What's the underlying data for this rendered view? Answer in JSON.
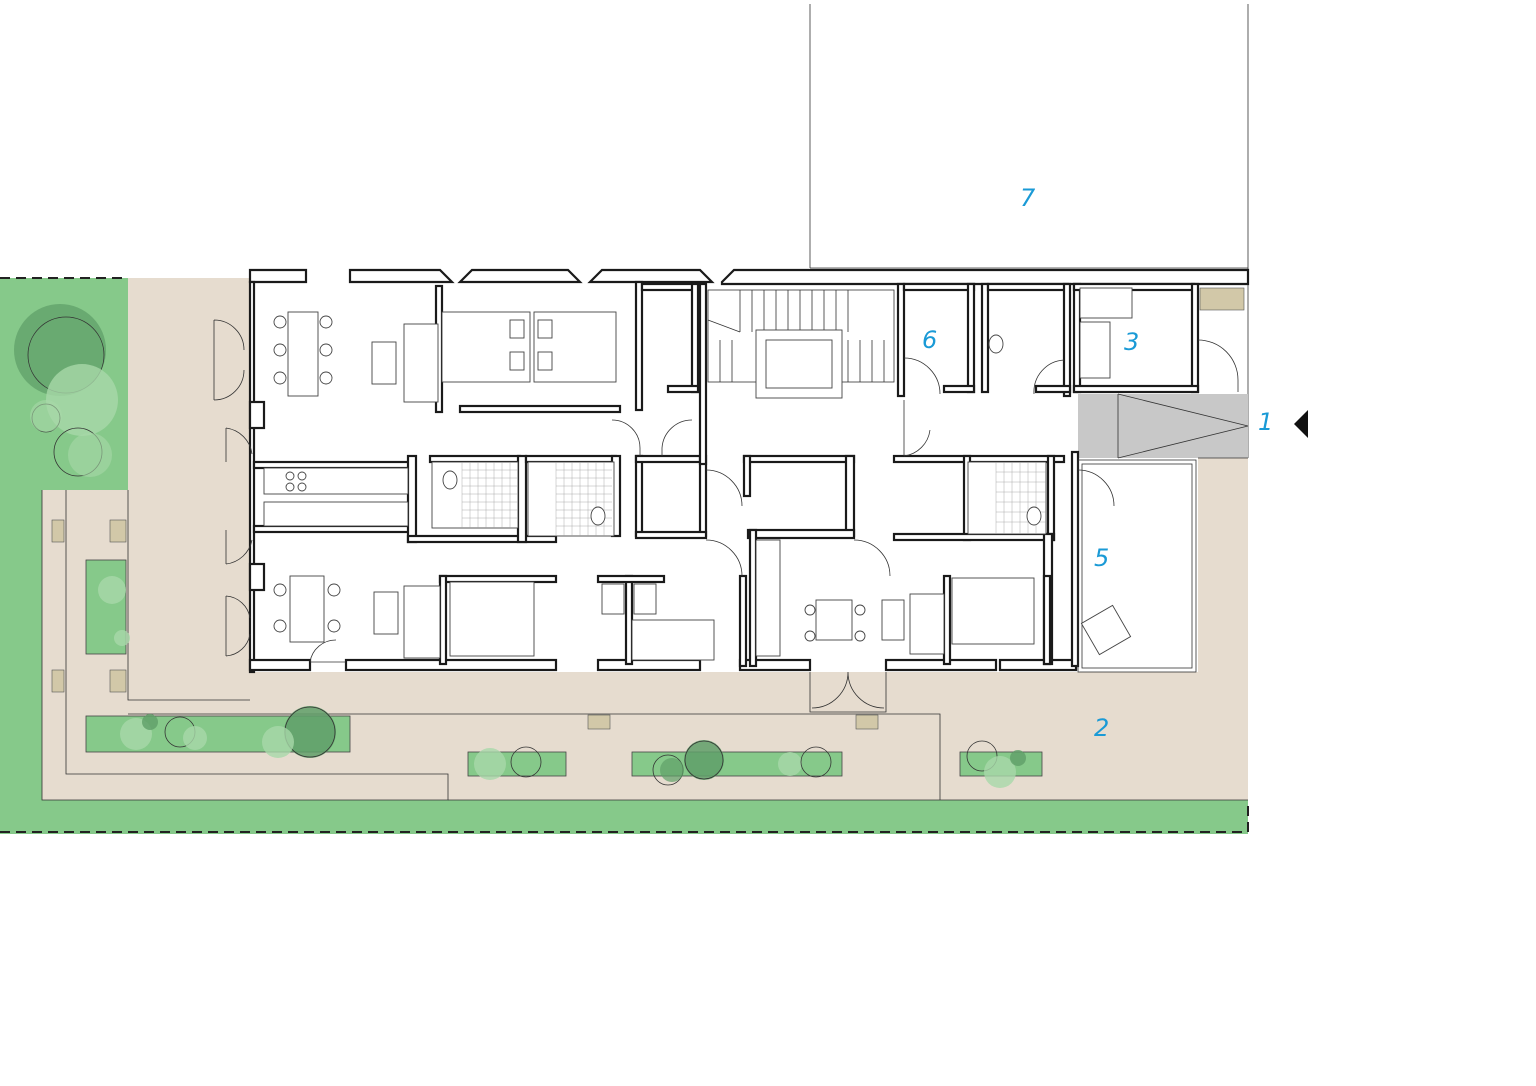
{
  "labels": {
    "entrance": "1",
    "terrace": "2",
    "room_3": "3",
    "room_5": "5",
    "room_6": "6",
    "plot_7": "7"
  },
  "colors": {
    "paving": "#e6dccf",
    "garden": "#86c98a",
    "garden_dark": "#5f9f68",
    "tree_light": "#a8d8a9",
    "planter_box": "#d2c8a8",
    "label_blue": "#1a9ad6",
    "entrance_grey": "#c8c8c8",
    "wall": "#1a1a1a"
  },
  "icons": {
    "entrance_marker": "triangle-left-icon"
  }
}
